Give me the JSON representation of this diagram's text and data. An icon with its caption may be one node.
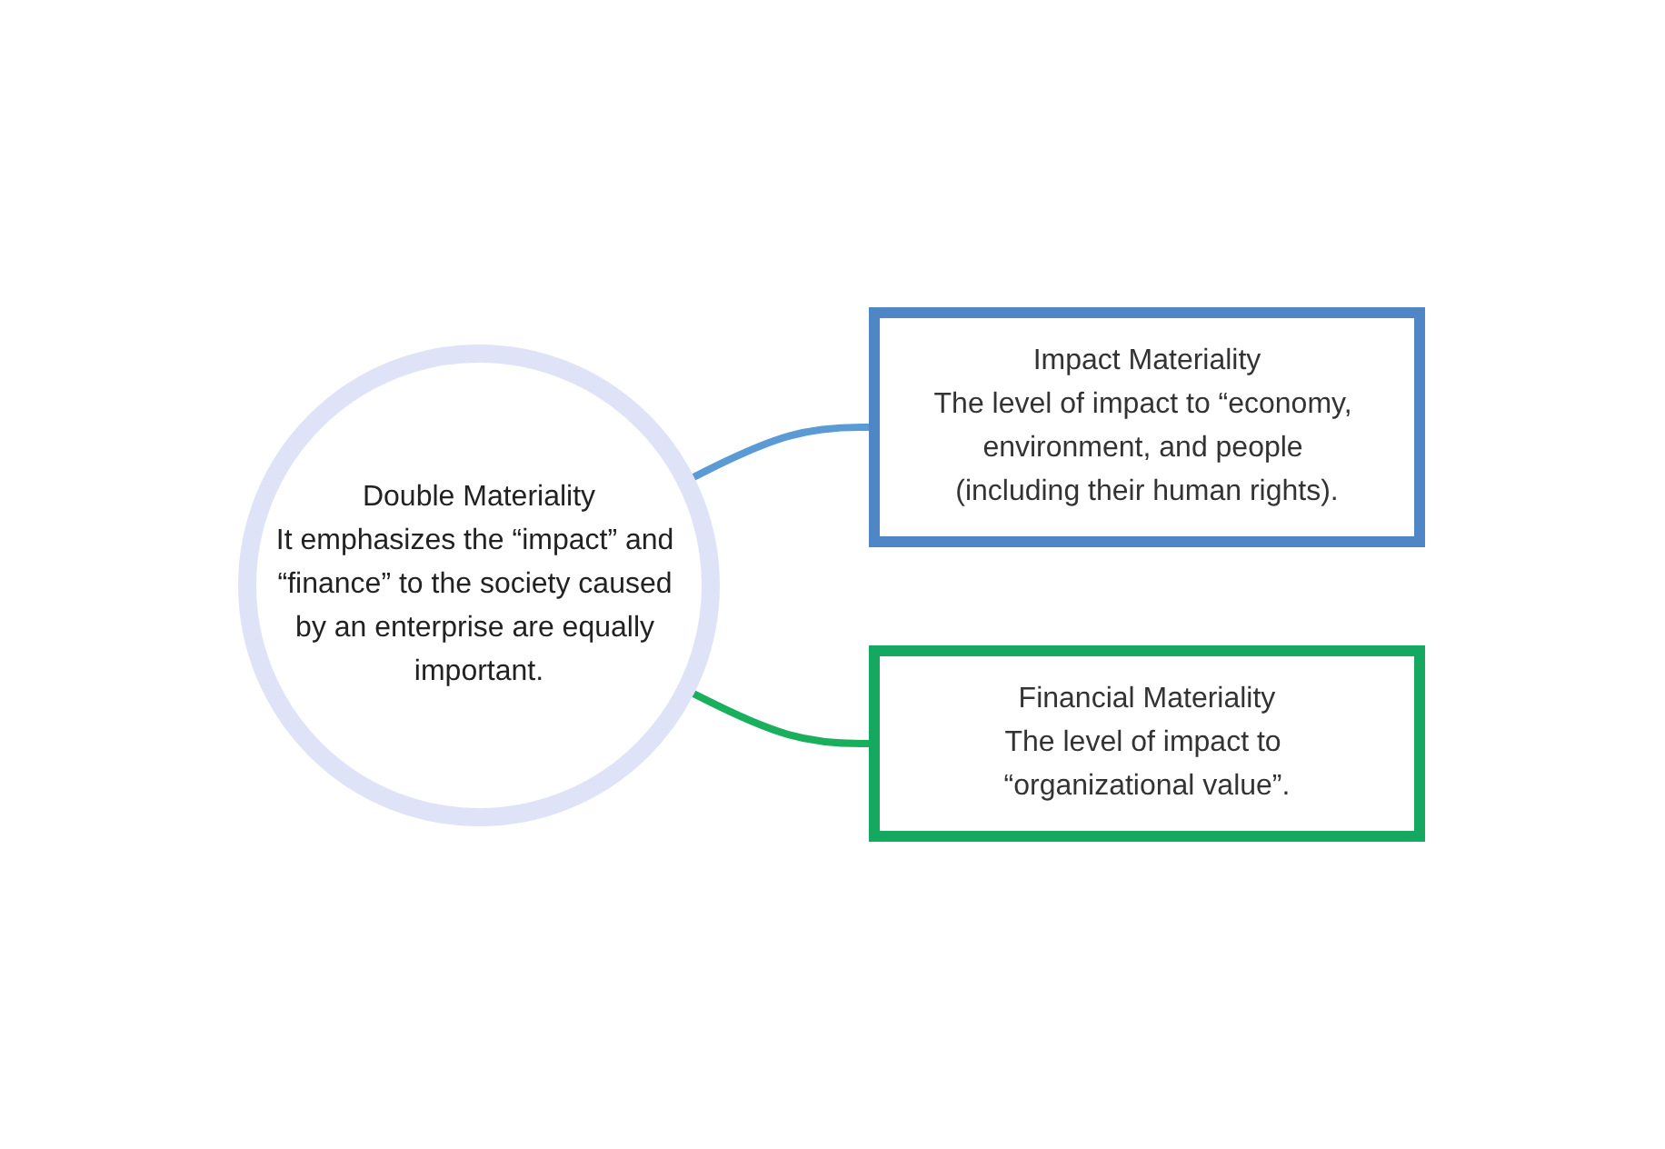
{
  "diagram": {
    "nodes": [
      {
        "text": [
          "Double Materiality",
          "It emphasizes the “impact” and “finance” to the society caused by an enterprise are equally important."
        ]
      },
      {
        "text": [
          "Impact Materiality",
          "The level of impact to “economy, environment, and people (including their human rights)."
        ]
      },
      {
        "text": [
          "Financial Materiality",
          "The level of impact to “organizational value”."
        ]
      }
    ],
    "edges": [
      {
        "from": 0,
        "to": 1,
        "arrow": "none",
        "color": "#5b9bd5"
      },
      {
        "from": 0,
        "to": 2,
        "arrow": "none",
        "color": "#1aaf5d"
      }
    ]
  }
}
